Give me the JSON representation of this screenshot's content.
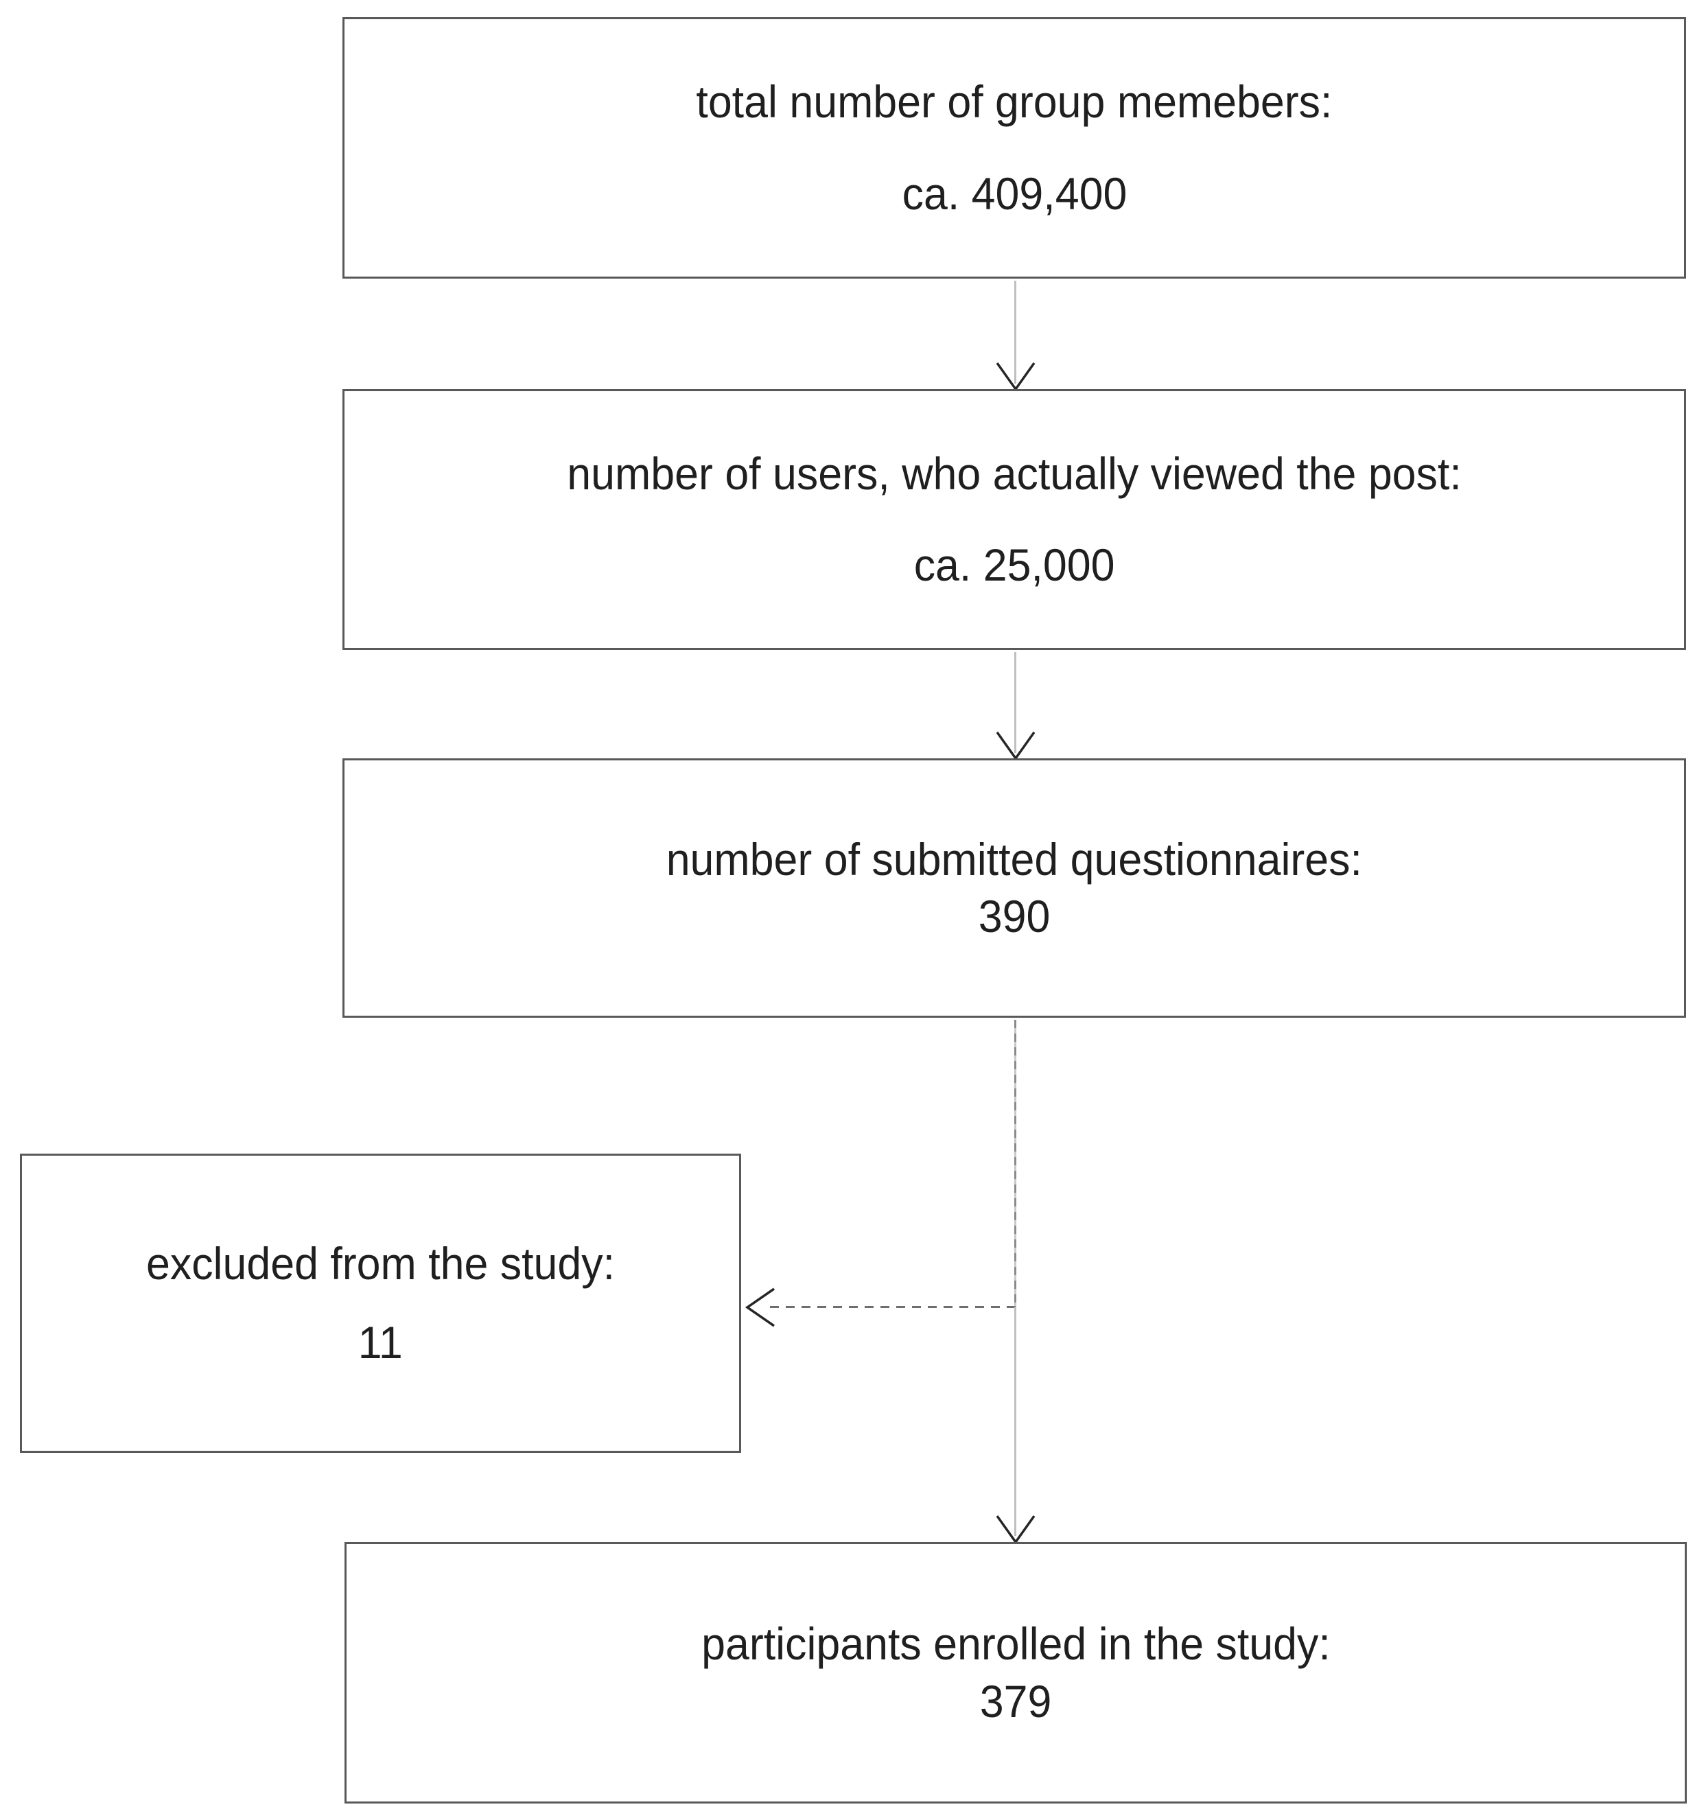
{
  "figure": {
    "type": "flowchart",
    "boxes": {
      "total": {
        "line1": "total number of group memebers:",
        "line2": "ca. 409,400"
      },
      "viewed": {
        "line1": "number of users, who actually viewed the post:",
        "line2": "ca. 25,000"
      },
      "submitted": {
        "line1": "number of submitted questionnaires:",
        "line2": "390"
      },
      "excluded": {
        "line1": "excluded from the study:",
        "line2": "11"
      },
      "enrolled": {
        "line1": "participants enrolled in the study:",
        "line2": "379"
      }
    },
    "colors": {
      "box_border": "#595959",
      "text": "#1f1f1f",
      "arrow_shaft": "#bfbfbf",
      "arrow_head": "#262626",
      "dashed_dark": "#8a8a8a",
      "dashed_light": "#c8c8c8",
      "horizontal_dash": "#6e6e6e"
    }
  }
}
